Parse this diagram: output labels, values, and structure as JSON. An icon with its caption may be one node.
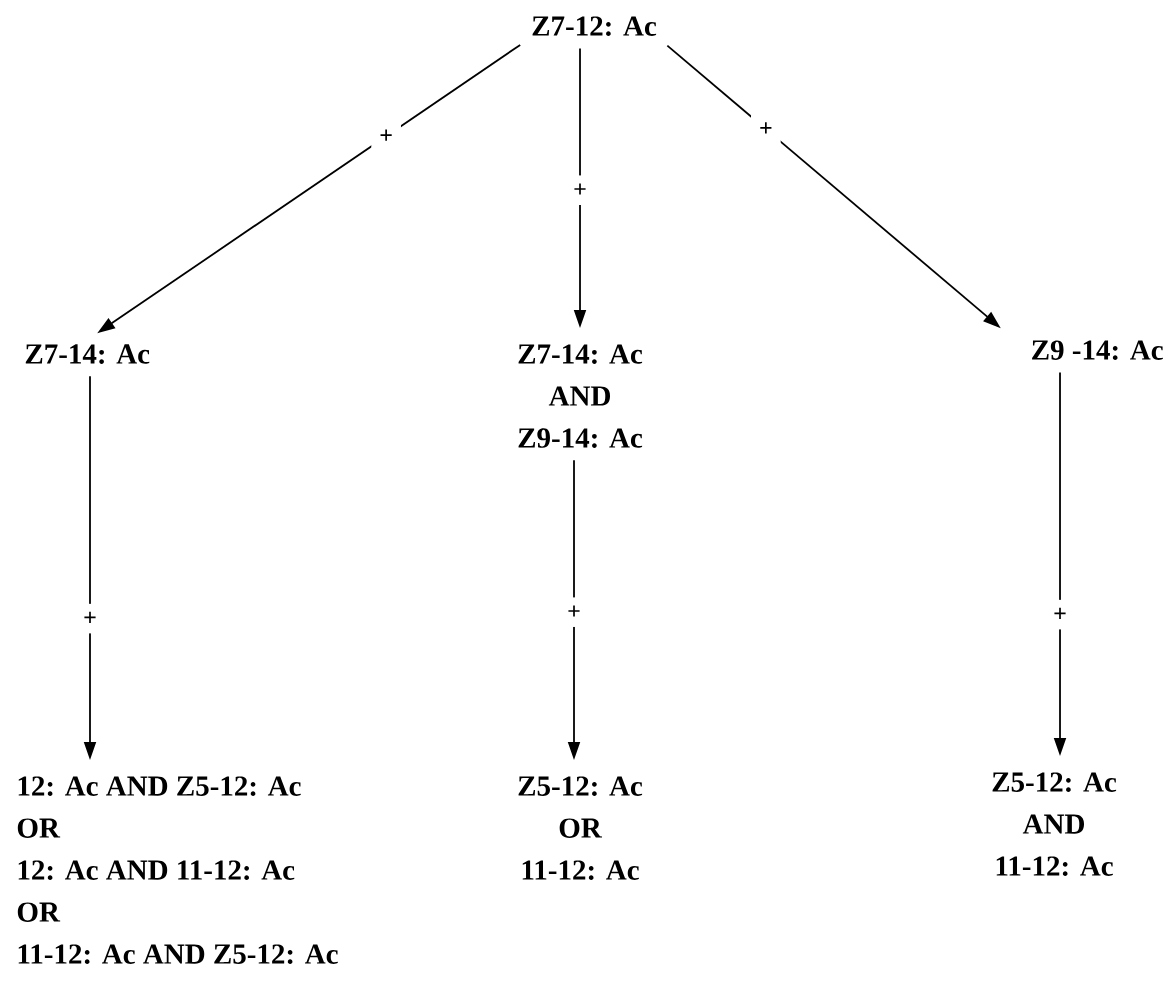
{
  "diagram": {
    "nodes": [
      {
        "text": [
          "Z7-12: Ac"
        ]
      },
      {
        "text": [
          "Z7-14: Ac"
        ]
      },
      {
        "text": [
          "Z7-14: Ac",
          "AND",
          "Z9-14: Ac"
        ]
      },
      {
        "text": [
          "Z9 -14: Ac"
        ]
      },
      {
        "text": [
          "12: Ac AND Z5-12: Ac",
          "OR",
          "12: Ac AND 11-12: Ac",
          "OR",
          "11-12: Ac AND Z5-12: Ac"
        ]
      },
      {
        "text": [
          "Z5-12: Ac",
          "OR",
          "11-12: Ac"
        ]
      },
      {
        "text": [
          "Z5-12: Ac",
          "AND",
          "11-12: Ac"
        ]
      }
    ],
    "edges": [
      {
        "from": 0,
        "to": 1,
        "arrow": "to",
        "label": "+"
      },
      {
        "from": 0,
        "to": 2,
        "arrow": "to",
        "label": "+"
      },
      {
        "from": 0,
        "to": 3,
        "arrow": "to",
        "label": "+"
      },
      {
        "from": 1,
        "to": 4,
        "arrow": "to",
        "label": "+"
      },
      {
        "from": 2,
        "to": 5,
        "arrow": "to",
        "label": "+"
      },
      {
        "from": 3,
        "to": 6,
        "arrow": "to",
        "label": "+"
      }
    ]
  }
}
